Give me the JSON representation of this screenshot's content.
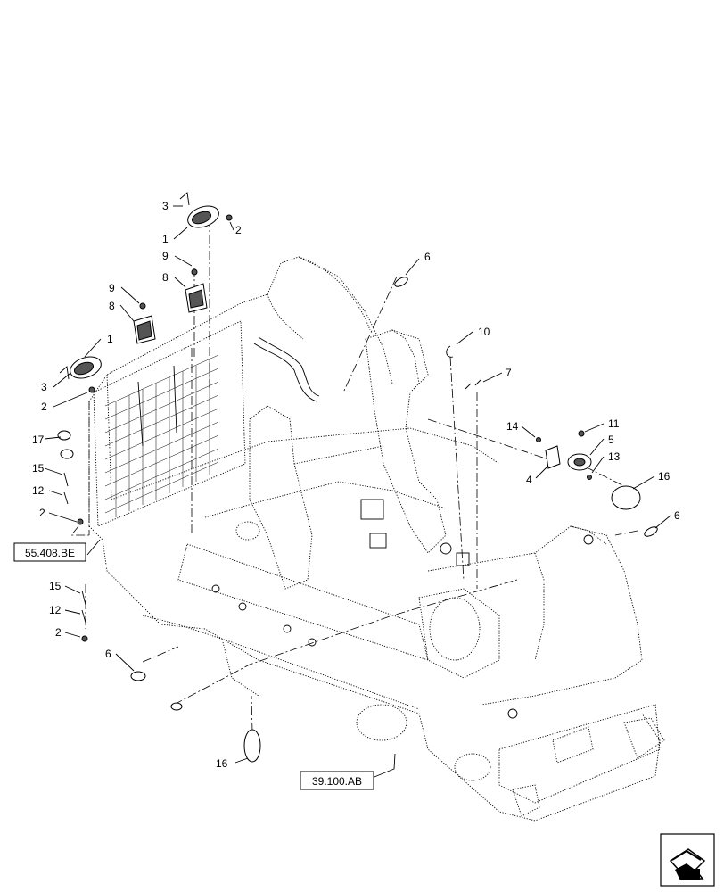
{
  "callouts": {
    "c1a": "1",
    "c1b": "1",
    "c2a": "2",
    "c2b": "2",
    "c2c": "2",
    "c2d": "2",
    "c3a": "3",
    "c3b": "3",
    "c4": "4",
    "c5": "5",
    "c6a": "6",
    "c6b": "6",
    "c6c": "6",
    "c7": "7",
    "c8a": "8",
    "c8b": "8",
    "c9a": "9",
    "c9b": "9",
    "c10": "10",
    "c11": "11",
    "c12a": "12",
    "c12b": "12",
    "c13": "13",
    "c14": "14",
    "c15a": "15",
    "c15b": "15",
    "c16a": "16",
    "c16b": "16",
    "c17": "17"
  },
  "references": {
    "ref_left": "55.408.BE",
    "ref_bottom": "39.100.AB"
  },
  "icons": {
    "navigation": "next-page-arrow-icon"
  },
  "colors": {
    "line": "#000000",
    "background": "#ffffff"
  }
}
